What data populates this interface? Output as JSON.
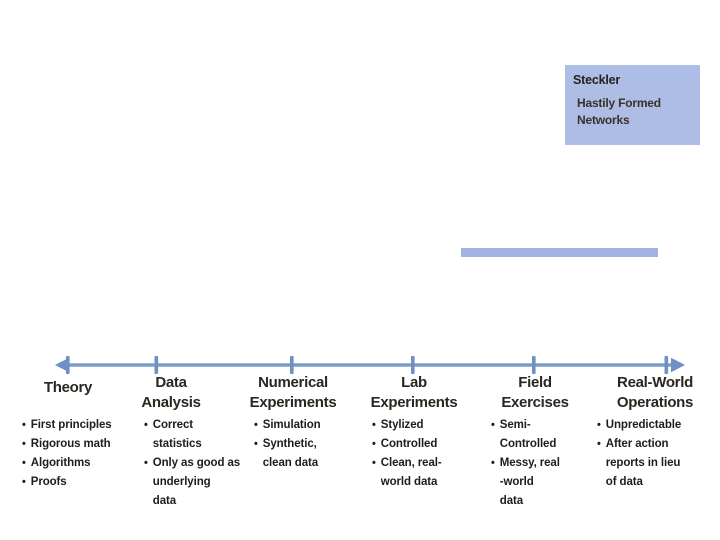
{
  "slide": {
    "bullet_char": "•",
    "title_box": {
      "author": "Steckler",
      "subtitle": "Hastily Formed\nNetworks"
    },
    "colors": {
      "callout_box_blue": "#aebde6",
      "highlight_bar_blue": "#a2b3e3",
      "axis_line_blue": "#7d9bca",
      "axis_marker_blue": "#6f8fc5",
      "header_text": "#2b2620",
      "bullet_text": "#201d18"
    },
    "spectrum": {
      "columns": [
        {
          "header": "Theory",
          "bullets": [
            "First principles",
            "Rigorous math",
            "Algorithms",
            "Proofs"
          ]
        },
        {
          "header": "Data\nAnalysis",
          "bullets": [
            "Correct\nstatistics",
            "Only as good as\nunderlying\ndata"
          ]
        },
        {
          "header": "Numerical\nExperiments",
          "bullets": [
            "Simulation",
            "Synthetic,\nclean data"
          ]
        },
        {
          "header": "Lab\nExperiments",
          "bullets": [
            "Stylized",
            "Controlled",
            "Clean, real-\nworld data"
          ]
        },
        {
          "header": "Field\nExercises",
          "bullets": [
            "Semi-\nControlled",
            "Messy, real\n-world\ndata"
          ]
        },
        {
          "header": "Real-World\nOperations",
          "bullets": [
            "Unpredictable",
            "After action\nreports in lieu\nof data"
          ]
        }
      ]
    }
  }
}
